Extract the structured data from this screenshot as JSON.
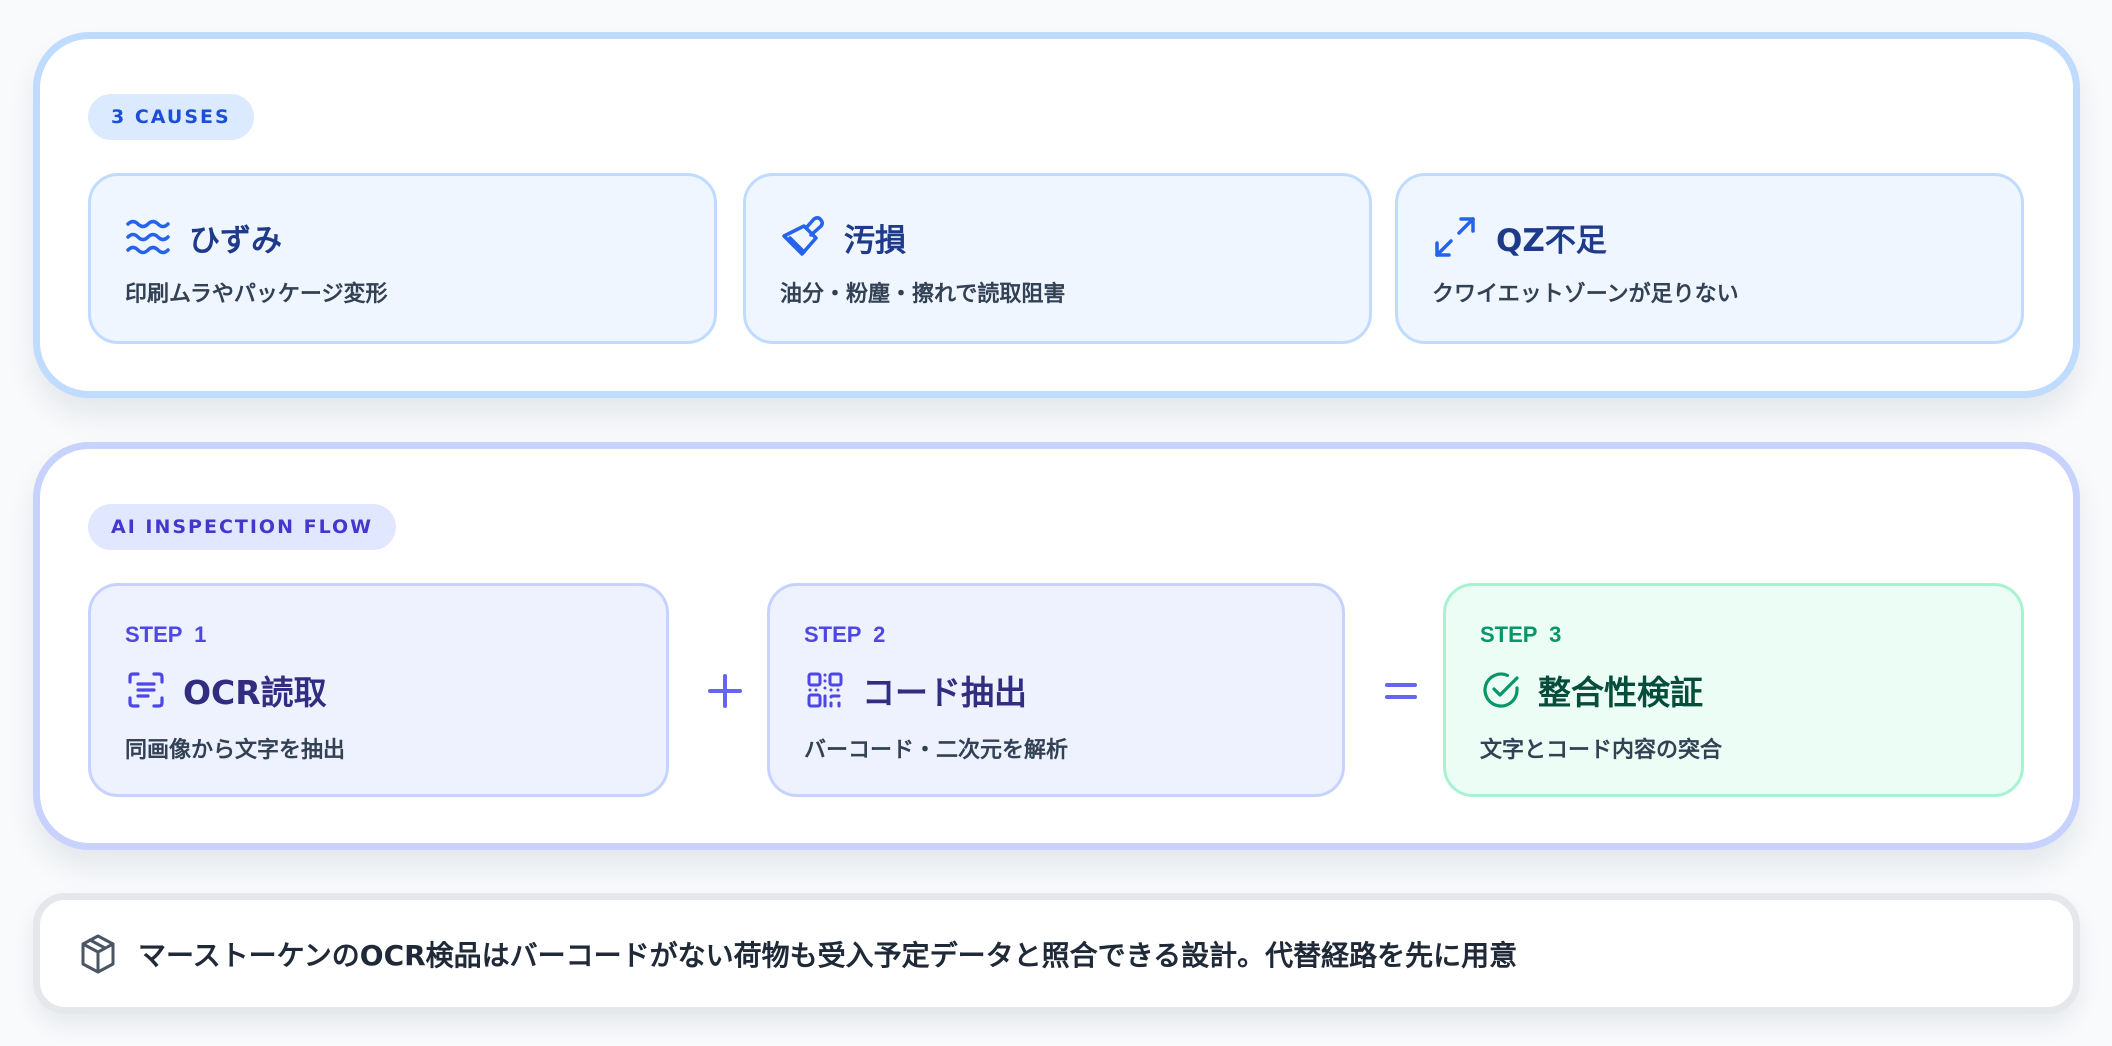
{
  "causes": {
    "badge": "3 CAUSES",
    "cards": [
      {
        "icon": "waves-icon",
        "title": "ひずみ",
        "desc": "印刷ムラやパッケージ変形"
      },
      {
        "icon": "paintbrush-icon",
        "title": "汚損",
        "desc": "油分・粉塵・擦れで読取阻害"
      },
      {
        "icon": "expand-arrows-icon",
        "title": "QZ不足",
        "desc": "クワイエットゾーンが足りない"
      }
    ]
  },
  "flow": {
    "badge": "AI INSPECTION FLOW",
    "steps": [
      {
        "label": "STEP 1",
        "icon": "scan-text-icon",
        "title": "OCR読取",
        "desc": "同画像から文字を抽出"
      },
      {
        "label": "STEP 2",
        "icon": "qr-code-icon",
        "title": "コード抽出",
        "desc": "バーコード・二次元を解析"
      },
      {
        "label": "STEP 3",
        "icon": "check-circle-icon",
        "title": "整合性検証",
        "desc": "文字とコード内容の突合"
      }
    ],
    "operators": [
      "+",
      "="
    ]
  },
  "note": {
    "icon": "package-icon",
    "text": "マーストーケンのOCR検品はバーコードがない荷物も受入予定データと照合できる設計。代替経路を先に用意"
  },
  "colors": {
    "background": "#f8fafc",
    "causes_border": "#bfdbfe",
    "causes_accent": "#1d4ed8",
    "flow_border": "#c7d2fe",
    "flow_accent": "#4f46e5",
    "verify_accent": "#059669",
    "note_border": "#e5e7eb"
  }
}
